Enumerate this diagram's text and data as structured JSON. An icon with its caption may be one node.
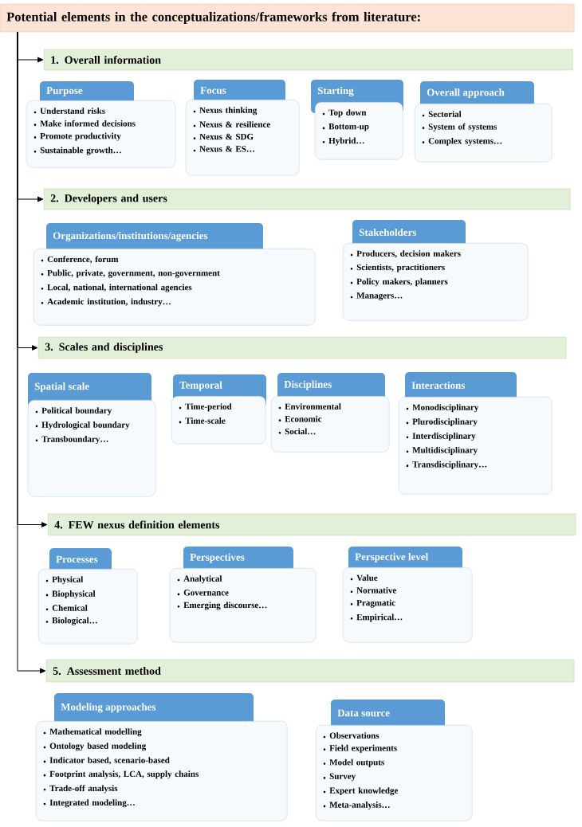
{
  "diagram": {
    "nodes": [
      {
        "text": [
          "Potential elements in the conceptualizations/frameworks from literature:"
        ]
      },
      {
        "text": [
          "1. Overall information"
        ]
      },
      {
        "text": [
          "Purpose",
          "Understand risks",
          "Make informed decisions",
          "Promote productivity",
          "Sustainable growth…"
        ]
      },
      {
        "text": [
          "Focus",
          "Nexus thinking",
          "Nexus & resilience",
          "Nexus & SDG",
          "Nexus & ES…"
        ]
      },
      {
        "text": [
          "Starting",
          "Top down",
          "Bottom-up",
          "Hybrid…"
        ]
      },
      {
        "text": [
          "Overall approach",
          "Sectorial",
          "System of systems",
          "Complex systems…"
        ]
      },
      {
        "text": [
          "2. Developers and users"
        ]
      },
      {
        "text": [
          "Organizations/institutions/agencies",
          "Conference, forum",
          "Public, private, government, non-government",
          "Local, national, international agencies",
          "Academic institution, industry…"
        ]
      },
      {
        "text": [
          "Stakeholders",
          "Producers, decision makers",
          "Scientists, practitioners",
          "Policy makers, planners",
          "Managers…"
        ]
      },
      {
        "text": [
          "3. Scales and disciplines"
        ]
      },
      {
        "text": [
          "Spatial scale",
          "Political boundary",
          "Hydrological boundary",
          "Transboundary…"
        ]
      },
      {
        "text": [
          "Temporal",
          "Time-period",
          "Time-scale"
        ]
      },
      {
        "text": [
          "Disciplines",
          "Environmental",
          "Economic",
          "Social…"
        ]
      },
      {
        "text": [
          "Interactions",
          "Monodisciplinary",
          "Plurodisciplinary",
          "Interdisciplinary",
          "Multidisciplinary",
          "Transdisciplinary…"
        ]
      },
      {
        "text": [
          "4. FEW nexus definition elements"
        ]
      },
      {
        "text": [
          "Processes",
          "Physical",
          "Biophysical",
          "Chemical",
          "Biological…"
        ]
      },
      {
        "text": [
          "Perspectives",
          "Analytical",
          "Governance",
          "Emerging discourse…"
        ]
      },
      {
        "text": [
          "Perspective level",
          "Value",
          "Normative",
          "Pragmatic",
          "Empirical…"
        ]
      },
      {
        "text": [
          "5. Assessment method"
        ]
      },
      {
        "text": [
          "Modeling approaches",
          "Mathematical modelling",
          "Ontology based modeling",
          "Indicator based, scenario-based",
          "Footprint analysis, LCA, supply chains",
          "Trade-off analysis",
          "Integrated modeling…"
        ]
      },
      {
        "text": [
          "Data source",
          "Observations",
          "Field experiments",
          "Model outputs",
          "Survey",
          "Expert knowledge",
          "Meta-analysis…"
        ]
      }
    ],
    "edges": [
      {
        "from": 0,
        "to": 1,
        "arrow": "to"
      },
      {
        "from": 0,
        "to": 6,
        "arrow": "to"
      },
      {
        "from": 0,
        "to": 9,
        "arrow": "to"
      },
      {
        "from": 0,
        "to": 14,
        "arrow": "to"
      },
      {
        "from": 0,
        "to": 18,
        "arrow": "to"
      }
    ]
  }
}
